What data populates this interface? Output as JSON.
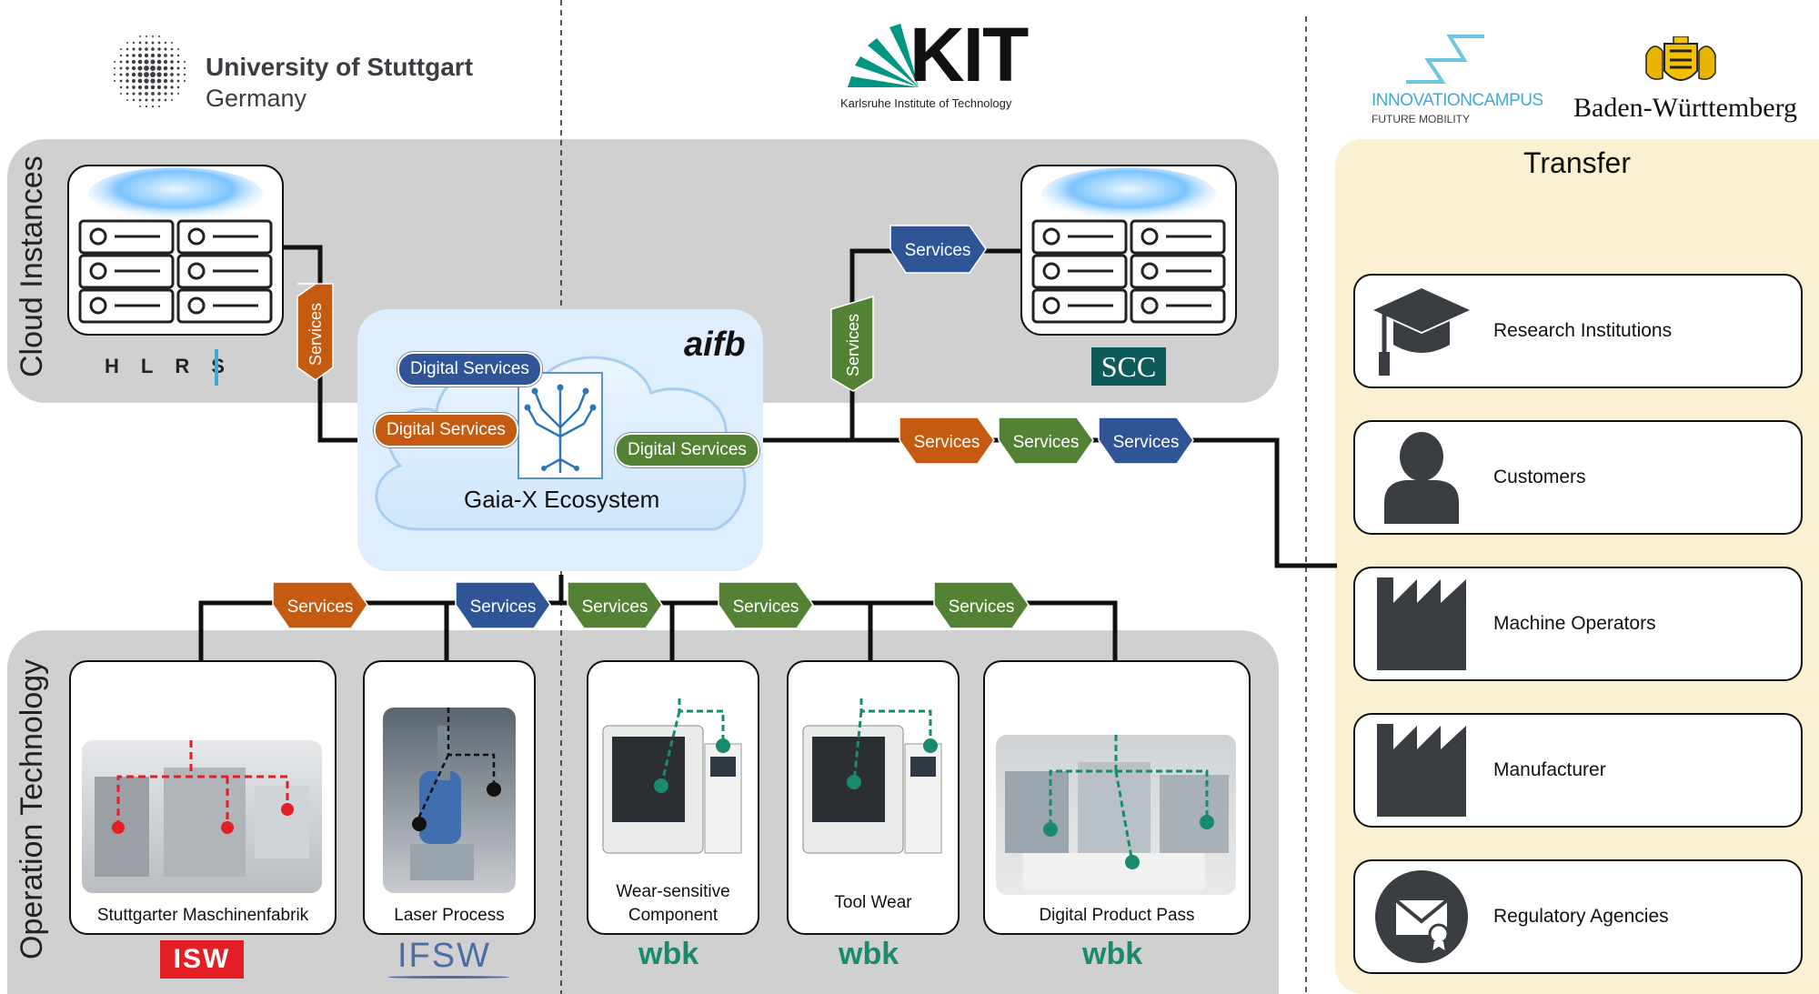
{
  "colors": {
    "orange": "#c55a11",
    "green": "#548235",
    "blue": "#2f5597",
    "zone_gray": "#d0d0d0",
    "transfer_bg": "#fbf0d2",
    "isw_red": "#e31e24",
    "ifsw_blue": "#4a6fa5",
    "wbk_teal": "#1a8a6e",
    "kit_teal": "#009682"
  },
  "header": {
    "uni_stuttgart": {
      "line1": "University of Stuttgart",
      "line2": "Germany"
    },
    "kit": {
      "name": "KIT",
      "sub": "Karlsruhe Institute of Technology"
    },
    "innovation_campus": {
      "line1": "INNOVATIONCAMPUS",
      "line2": "FUTURE MOBILITY"
    },
    "bw": {
      "name": "Baden-Württemberg"
    }
  },
  "zones": {
    "cloud_label": "Cloud Instances",
    "ot_label": "Operation Technology"
  },
  "cloud": {
    "hlrs_label": "HLRS",
    "scc_label": "SCC"
  },
  "gaia": {
    "brand": "aifb",
    "title": "Gaia-X Ecosystem",
    "digital_services": [
      {
        "label": "Digital Services",
        "color": "blue"
      },
      {
        "label": "Digital Services",
        "color": "orange"
      },
      {
        "label": "Digital Services",
        "color": "green"
      }
    ]
  },
  "service_tags": [
    {
      "label": "Services",
      "color": "orange",
      "orientation": "vertical"
    },
    {
      "label": "Services",
      "color": "green",
      "orientation": "vertical"
    },
    {
      "label": "Services",
      "color": "blue",
      "orientation": "horizontal"
    },
    {
      "label": "Services",
      "color": "orange",
      "orientation": "horizontal"
    },
    {
      "label": "Services",
      "color": "green",
      "orientation": "horizontal"
    },
    {
      "label": "Services",
      "color": "blue",
      "orientation": "horizontal"
    },
    {
      "label": "Services",
      "color": "orange",
      "orientation": "horizontal"
    },
    {
      "label": "Services",
      "color": "blue",
      "orientation": "horizontal"
    },
    {
      "label": "Services",
      "color": "green",
      "orientation": "horizontal"
    },
    {
      "label": "Services",
      "color": "green",
      "orientation": "horizontal"
    },
    {
      "label": "Services",
      "color": "green",
      "orientation": "horizontal"
    }
  ],
  "ot_units": [
    {
      "caption": "Stuttgarter Maschinenfabrik",
      "logo": "ISW"
    },
    {
      "caption": "Laser Process",
      "logo": "IFSW"
    },
    {
      "caption": "Wear-sensitive Component",
      "logo": "wbk"
    },
    {
      "caption": "Tool Wear",
      "logo": "wbk"
    },
    {
      "caption": "Digital Product Pass",
      "logo": "wbk"
    }
  ],
  "transfer": {
    "title": "Transfer",
    "stakeholders": [
      {
        "label": "Research Institutions",
        "icon": "graduation-cap-icon"
      },
      {
        "label": "Customers",
        "icon": "person-icon"
      },
      {
        "label": "Machine Operators",
        "icon": "factory-icon"
      },
      {
        "label": "Manufacturer",
        "icon": "factory-icon"
      },
      {
        "label": "Regulatory Agencies",
        "icon": "certified-mail-icon"
      }
    ]
  }
}
